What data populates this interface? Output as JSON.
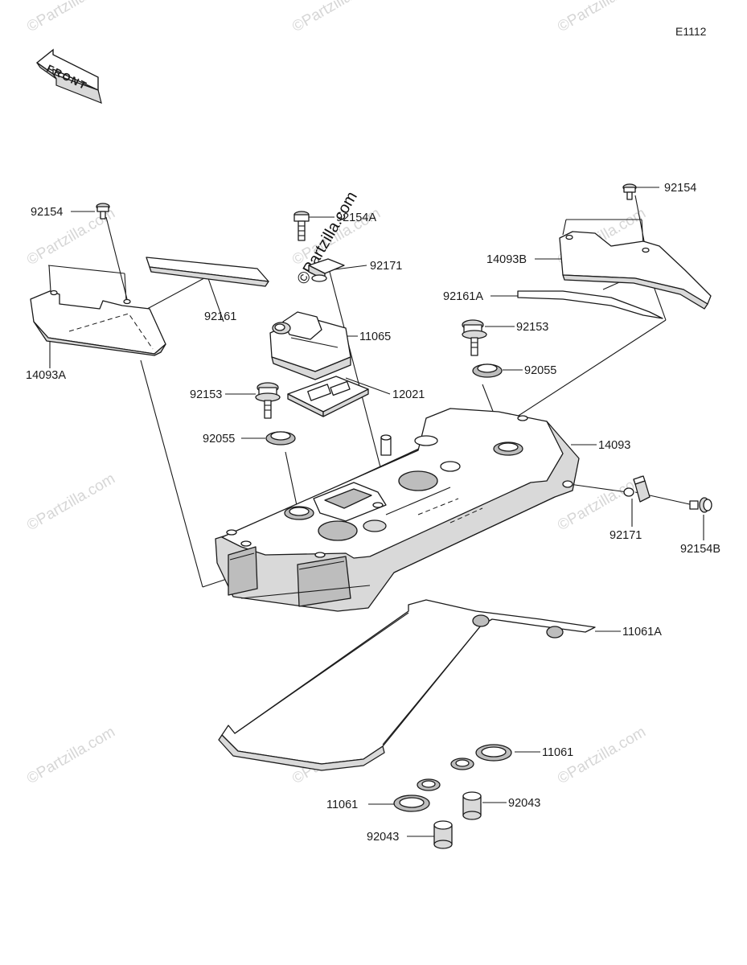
{
  "diagram_code": "E1112",
  "front_label": "FRONT",
  "watermarks": [
    "©Partzilla.com",
    "©Partzilla.com",
    "©Partzilla.com",
    "©Partzilla.com",
    "©Partzilla.com",
    "©Partzilla.com",
    "©Partzilla.com",
    "©Partzilla.com",
    "©Partzilla.com",
    "©Partzilla.com",
    "©Partzilla.com",
    "©Partzilla.com"
  ],
  "center_watermark": "©Partzilla.com",
  "callouts": {
    "p92154_left": "92154",
    "p92154_right": "92154",
    "p92154a": "92154A",
    "p92154b": "92154B",
    "p92171_top": "92171",
    "p92171_right": "92171",
    "p14093a": "14093A",
    "p14093b": "14093B",
    "p14093": "14093",
    "p92161": "92161",
    "p92161a": "92161A",
    "p11065": "11065",
    "p92153_left": "92153",
    "p92153_right": "92153",
    "p12021": "12021",
    "p92055_left": "92055",
    "p92055_right": "92055",
    "p11061a": "11061A",
    "p11061_right": "11061",
    "p11061_left": "11061",
    "p92043_right": "92043",
    "p92043_left": "92043"
  }
}
